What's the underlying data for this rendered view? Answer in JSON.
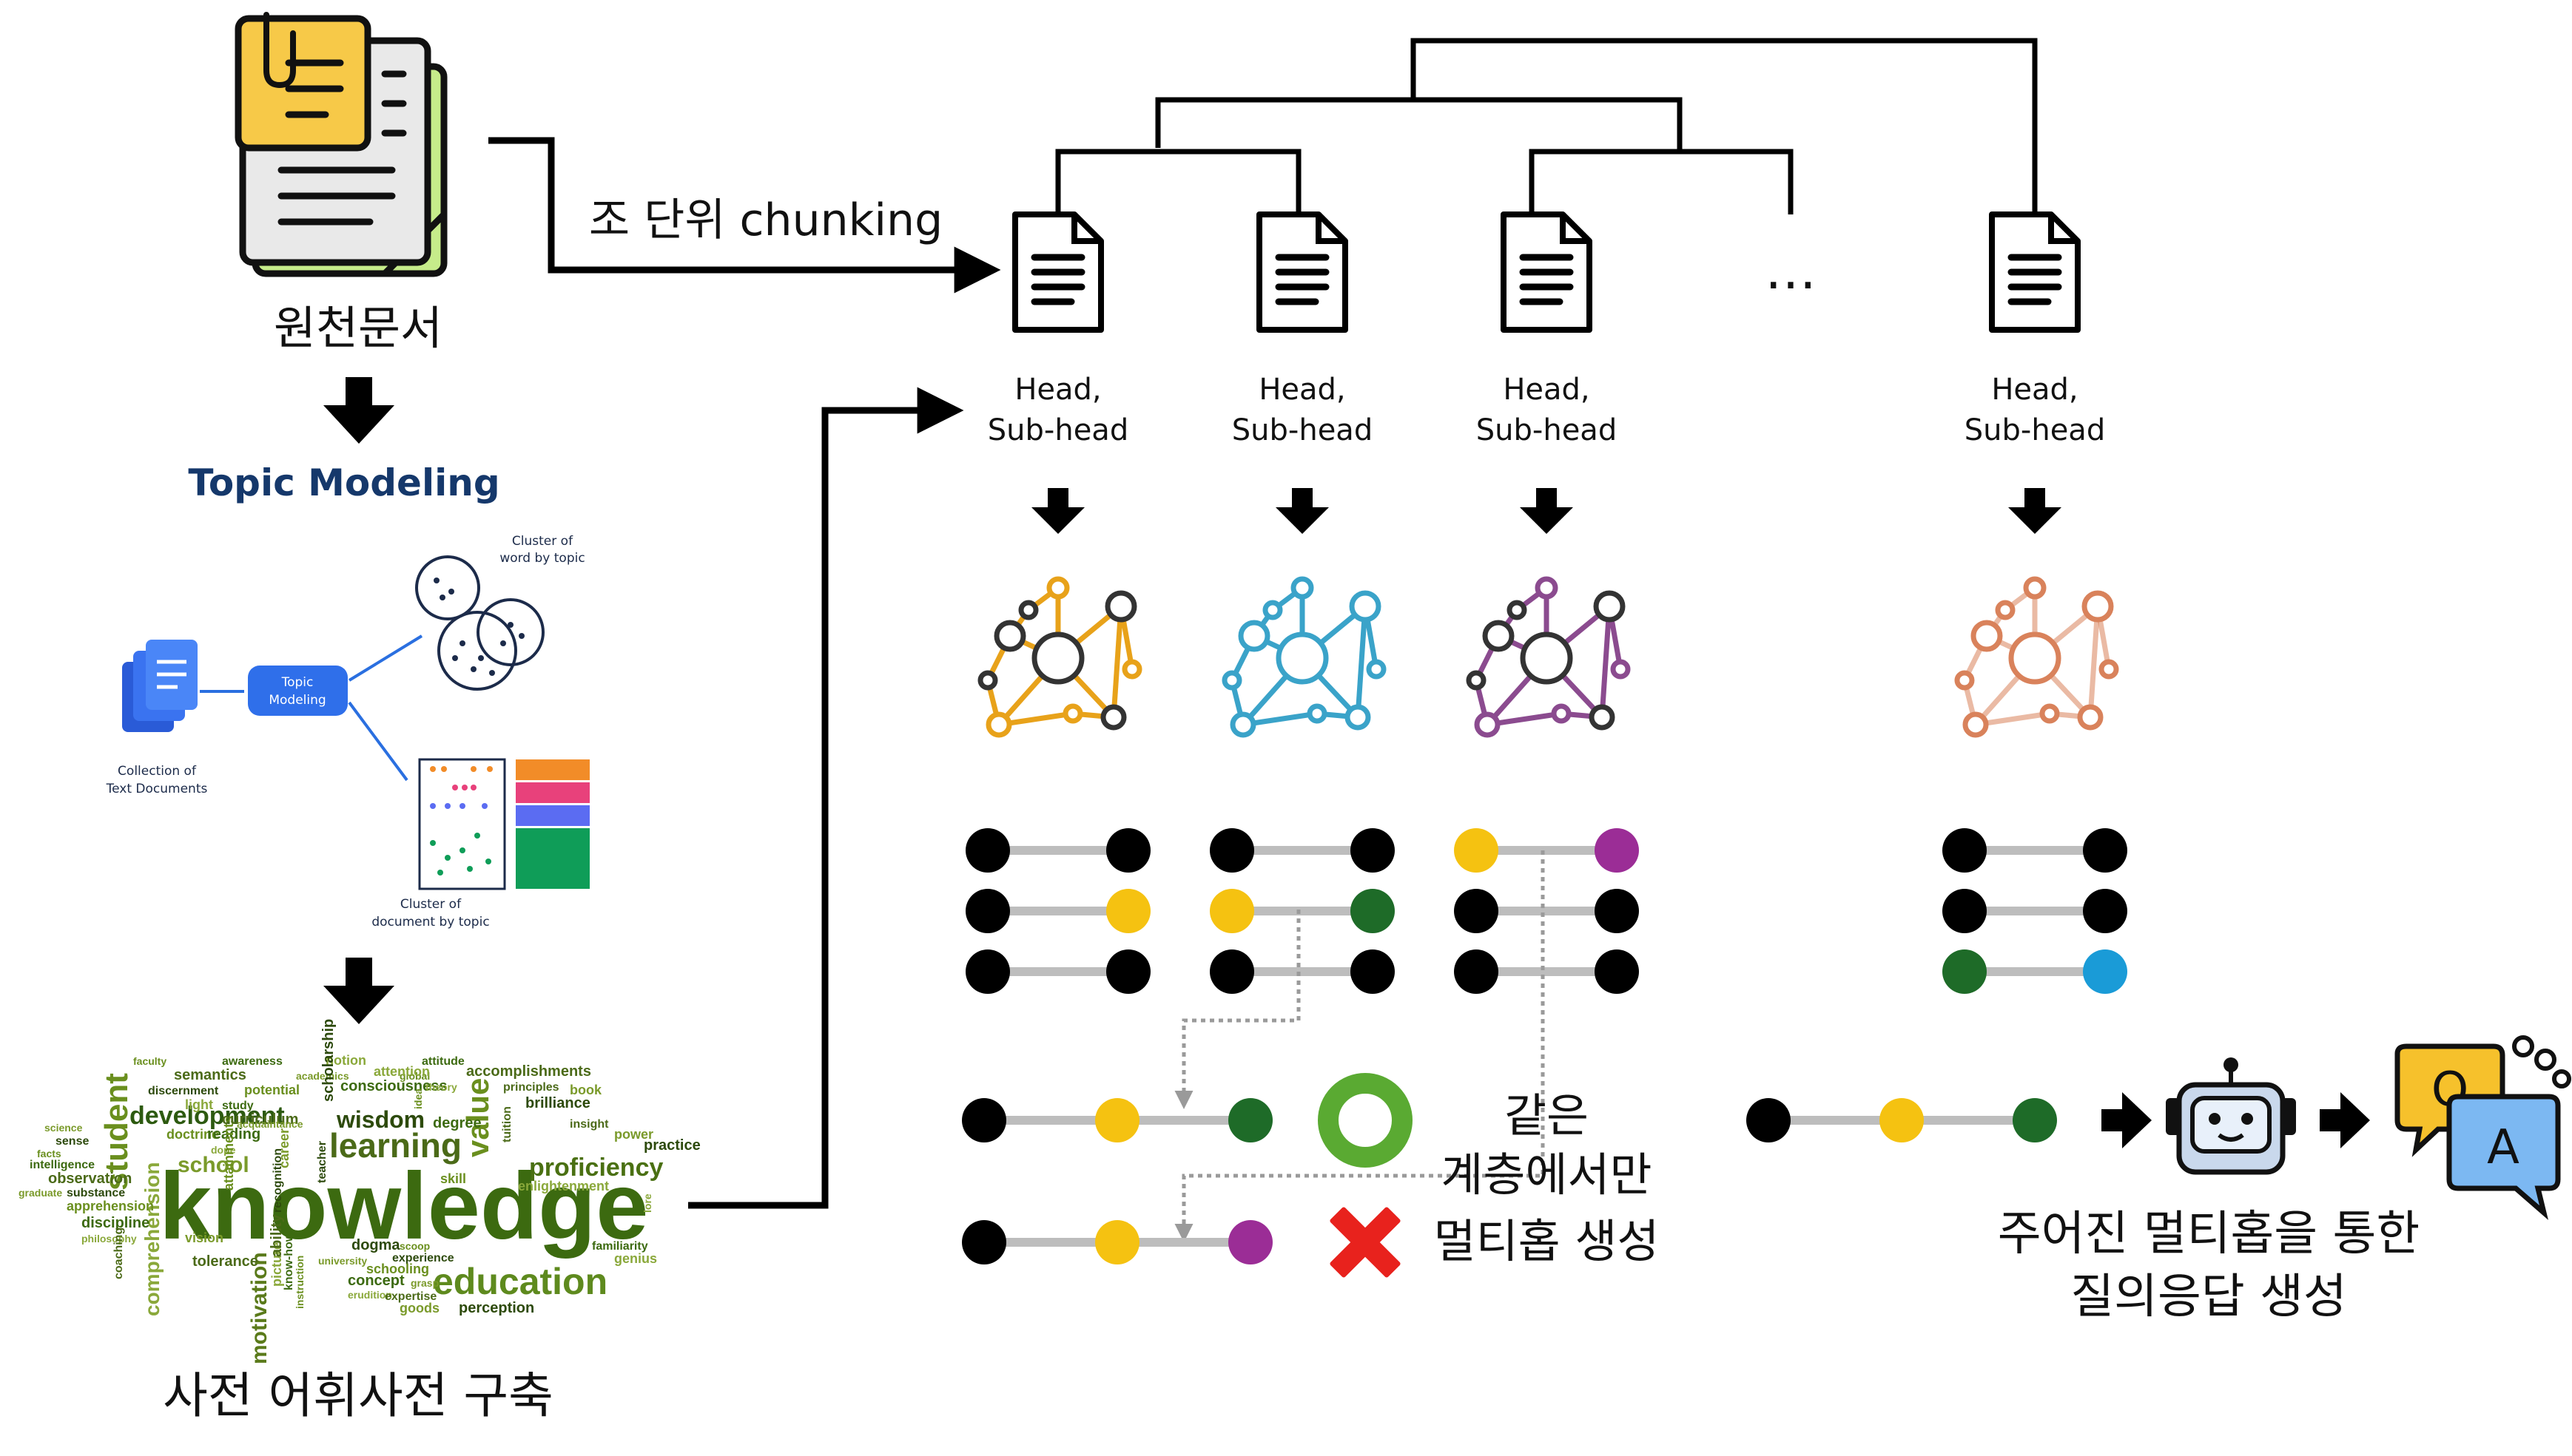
{
  "source_document": {
    "label": "원천문서",
    "chunk_label": "조 단위 chunking"
  },
  "topic_modeling": {
    "title": "Topic Modeling",
    "node_label": [
      "Topic",
      "Modeling"
    ],
    "cluster_word_label": [
      "Cluster of",
      "word by topic"
    ],
    "collection_label": [
      "Collection of",
      "Text Documents"
    ],
    "cluster_doc_label": [
      "Cluster of",
      "document by topic"
    ],
    "bar_colors": [
      "#f28c28",
      "#e8417b",
      "#5b6cf2",
      "#0f9d58"
    ]
  },
  "word_cloud": {
    "big_words": [
      "knowledge",
      "education",
      "learning",
      "development",
      "student",
      "wisdom",
      "value",
      "proficiency",
      "school",
      "motivation",
      "comprehension"
    ],
    "small_words": [
      "faculty",
      "awareness",
      "notion",
      "semantics",
      "academics",
      "discernment",
      "potential",
      "consciousness",
      "theory",
      "principles",
      "book",
      "brilliance",
      "global",
      "attitude",
      "attention",
      "accomplishments",
      "science",
      "sense",
      "doctrine",
      "reading",
      "dope",
      "insight",
      "power",
      "practice",
      "facts",
      "intelligence",
      "enlightenment",
      "observation",
      "graduate",
      "substance",
      "apprehension",
      "discipline",
      "philosophy",
      "coaching",
      "vision",
      "dogma",
      "scoop",
      "familiarity",
      "genius",
      "tolerance",
      "university",
      "experience",
      "schooling",
      "concept",
      "erudition",
      "expertise",
      "goods",
      "perception",
      "instruction",
      "know-how",
      "picture",
      "ability",
      "grasp",
      "teacher",
      "attainments",
      "degree",
      "lore",
      "tuition",
      "career",
      "scholarship",
      "idea",
      "study",
      "light",
      "curriculum",
      "acquaintance",
      "recognition",
      "skill"
    ],
    "caption": "사전 어휘사전 구축"
  },
  "chunks": [
    {
      "label": [
        "Head,",
        "Sub-head"
      ],
      "graph_color": "#e8a21a",
      "pairs": [
        [
          "#000000",
          "#000000"
        ],
        [
          "#000000",
          "#f5c211"
        ],
        [
          "#000000",
          "#000000"
        ]
      ]
    },
    {
      "label": [
        "Head,",
        "Sub-head"
      ],
      "graph_color": "#3aa3c9",
      "pairs": [
        [
          "#000000",
          "#000000"
        ],
        [
          "#f5c211",
          "#1e6b28"
        ],
        [
          "#000000",
          "#000000"
        ]
      ]
    },
    {
      "label": [
        "Head,",
        "Sub-head"
      ],
      "graph_color": "#8b4b8f",
      "pairs": [
        [
          "#f5c211",
          "#9b2d96"
        ],
        [
          "#000000",
          "#000000"
        ],
        [
          "#000000",
          "#000000"
        ]
      ]
    },
    {
      "label": [
        "Head,",
        "Sub-head"
      ],
      "graph_color": "#d9825b",
      "pairs": [
        [
          "#000000",
          "#000000"
        ],
        [
          "#000000",
          "#000000"
        ],
        [
          "#1e6b28",
          "#1a9bd7"
        ]
      ]
    }
  ],
  "ellipsis": "…",
  "multihop": {
    "valid_chain": [
      "#000000",
      "#f5c211",
      "#1e6b28"
    ],
    "invalid_chain": [
      "#000000",
      "#f5c211",
      "#9b2d96"
    ],
    "valid_label": [
      "같은",
      "계층에서만"
    ],
    "invalid_label": "멀티홉 생성",
    "valid_mark_color": "#5aaa32",
    "invalid_mark_color": "#e8221d"
  },
  "qa": {
    "chain": [
      "#000000",
      "#f5c211",
      "#1e6b28"
    ],
    "label": [
      "주어진 멀티홉을 통한",
      "질의응답 생성"
    ],
    "q_letter": "Q",
    "a_letter": "A"
  }
}
